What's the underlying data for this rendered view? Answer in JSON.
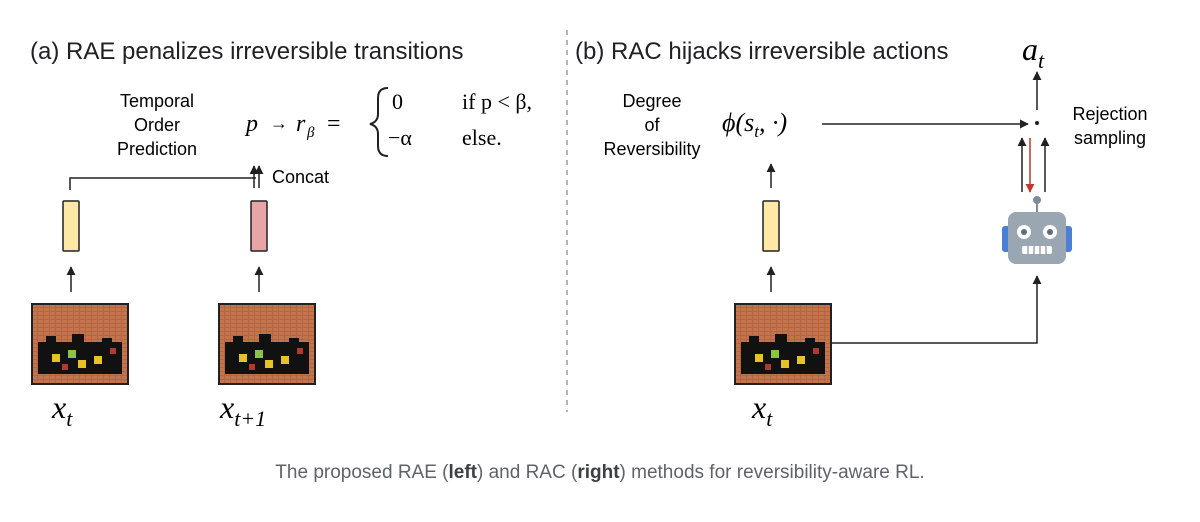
{
  "panel_a": {
    "title": "(a) RAE penalizes irreversible transitions",
    "module_label": [
      "Temporal",
      "Order",
      "Prediction"
    ],
    "concat_label": "Concat",
    "formula": {
      "lhs": "p",
      "arrow": "→",
      "reward": "r",
      "reward_sub": "β",
      "equals": "=",
      "case1_value": "0",
      "case1_cond": "if p < β,",
      "case2_value": "−α",
      "case2_cond": "else."
    },
    "obs1_label": "x",
    "obs1_sub": "t",
    "obs2_label": "x",
    "obs2_sub": "t+1"
  },
  "panel_b": {
    "title": "(b) RAC hijacks irreversible actions",
    "action_label": "a",
    "action_sub": "t",
    "degree_label": [
      "Degree",
      "of",
      "Reversibility"
    ],
    "phi_label": "ϕ(s",
    "phi_sub": "t",
    "phi_tail": ", ·)",
    "rejection_label": [
      "Rejection",
      "sampling"
    ],
    "obs_label": "x",
    "obs_sub": "t"
  },
  "caption": {
    "prefix": "The proposed RAE (",
    "left": "left",
    "middle": ") and RAC (",
    "right": "right",
    "suffix": ") methods for reversibility-aware RL."
  },
  "colors": {
    "yellow_box": "#fde8a6",
    "pink_box": "#e8a5a5",
    "brick": "#b5653f",
    "red_arrow": "#c0392b",
    "robot_body": "#9aa6b2",
    "robot_ear": "#4a7fd4"
  }
}
